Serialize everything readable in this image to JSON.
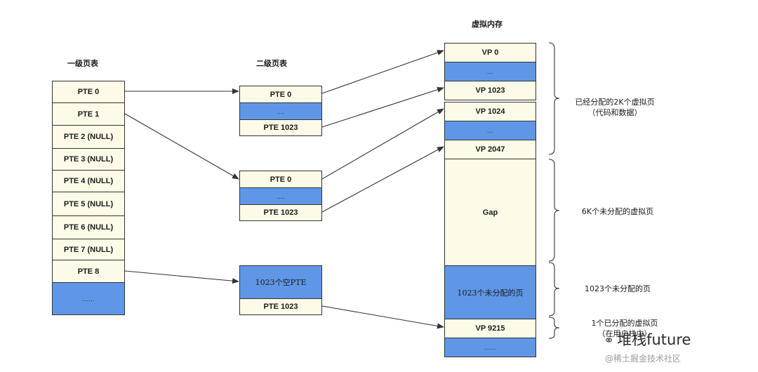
{
  "level1": {
    "title": "一级页表",
    "rows": [
      "PTE 0",
      "PTE 1",
      "PTE 2 (NULL)",
      "PTE 3 (NULL)",
      "PTE 4 (NULL)",
      "PTE 5 (NULL)",
      "PTE 6 (NULL)",
      "PTE 7 (NULL)",
      "PTE 8",
      "......"
    ]
  },
  "level2": {
    "title": "二级页表",
    "table_a": [
      "PTE 0",
      "....",
      "PTE 1023"
    ],
    "table_b": [
      "PTE 0",
      "....",
      "PTE 1023"
    ],
    "table_c": [
      "1023个空PTE",
      "PTE 1023"
    ]
  },
  "vmem": {
    "title": "虚拟内存",
    "cells": [
      "VP 0",
      "...",
      "VP 1023",
      "VP 1024",
      "...",
      "VP 2047",
      "Gap",
      "1023个未分配的页",
      "VP 9215",
      "......"
    ]
  },
  "notes": {
    "allocated_2k": [
      "已经分配的2K个虚拟页",
      "（代码和数据）"
    ],
    "unallocated_6k": "6K个未分配的虚拟页",
    "unallocated_1023": "1023个未分配的页",
    "allocated_1": [
      "1个已分配的虚拟页",
      "（在用户栈中）"
    ]
  },
  "watermark": {
    "brand": "堆栈future",
    "site": "@稀土掘金技术社区"
  },
  "colors": {
    "cream": "#fdfbe8",
    "blue": "#5f97e6",
    "line": "#333333"
  }
}
